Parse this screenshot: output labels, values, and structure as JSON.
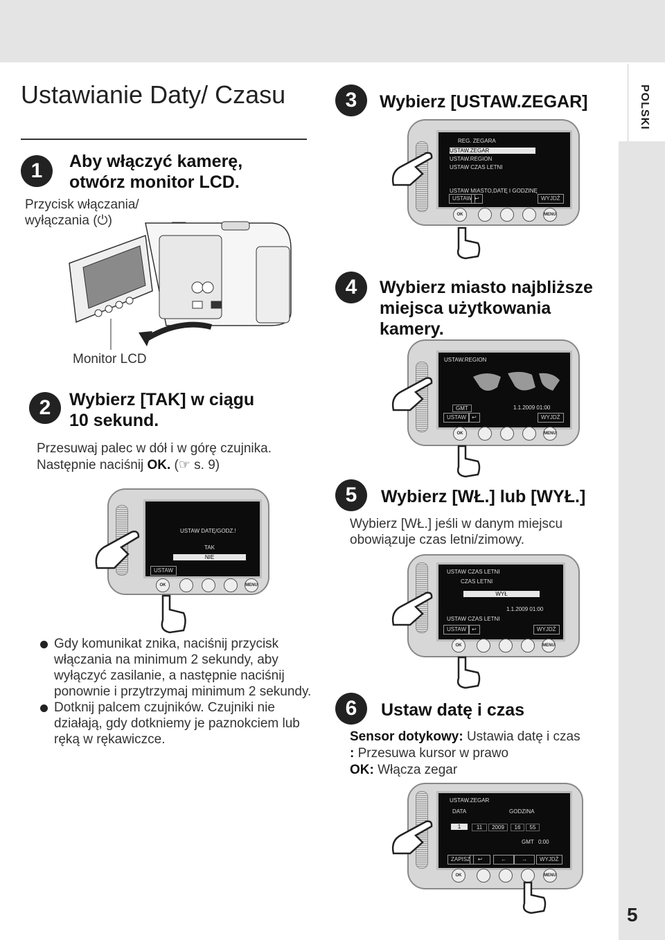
{
  "header": {
    "language_tab": "POLSKI",
    "page_number": "5"
  },
  "title": "Ustawianie Daty/ Czasu",
  "steps": {
    "s1": {
      "num": "1",
      "heading": "Aby włączyć kamerę, otwórz monitor LCD.",
      "label_power": "Przycisk włączania/ wyłączania (⏻)",
      "label_monitor": "Monitor LCD"
    },
    "s2": {
      "num": "2",
      "heading": "Wybierz [TAK] w ciągu 10 sekund.",
      "text1": "Przesuwaj palec w dół i w górę czujnika.",
      "text2_a": "Następnie naciśnij",
      "text2_ok": "OK.",
      "text2_ref": "(☞ s. 9)"
    },
    "s3": {
      "num": "3",
      "heading": "Wybierz [USTAW.ZEGAR]"
    },
    "s4": {
      "num": "4",
      "heading": "Wybierz miasto najbliższe miejsca użytkowania kamery."
    },
    "s5": {
      "num": "5",
      "heading": "Wybierz [WŁ.] lub [WYŁ.]",
      "text": "Wybierz [WŁ.] jeśli w danym miejscu obowiązuje czas letni/zimowy."
    },
    "s6": {
      "num": "6",
      "heading": "Ustaw datę i czas",
      "l1_b": "Sensor dotykowy:",
      "l1": "Ustawia datę i czas",
      "l2_b": ":",
      "l2": "Przesuwa kursor w prawo",
      "l3_b": "OK:",
      "l3": "Włącza zegar"
    }
  },
  "notes": [
    "Gdy komunikat znika, naciśnij przycisk włączania na minimum 2 sekundy, aby wyłączyć zasilanie, a następnie naciśnij ponownie i przytrzymaj minimum 2 sekundy.",
    "Dotknij palcem czujników. Czujniki nie działają, gdy dotkniemy je paznokciem lub ręką w rękawiczce."
  ],
  "screens": {
    "s2": {
      "title": "USTAW DATĘ/GODZ.!",
      "opt1": "TAK",
      "opt2": "NIE",
      "btn": "USTAW"
    },
    "s3": {
      "top": "REG. ZEGARA",
      "i1": "USTAW.ZEGAR",
      "i2": "USTAW.REGION",
      "i3": "USTAW CZAS LETNI",
      "info": "USTAW MIASTO,DATĘ I GODZINĘ",
      "btn1": "USTAW",
      "btn2": "↩",
      "btn3": "WYJDŹ"
    },
    "s4": {
      "top": "USTAW.REGION",
      "gmt": "GMT",
      "date": "1.1.2009 01:00",
      "btn1": "USTAW",
      "btn2": "↩",
      "btn3": "WYJDŹ"
    },
    "s5": {
      "top": "USTAW CZAS LETNI",
      "sub": "CZAS LETNI",
      "opt": "WYŁ",
      "date": "1.1.2009 01:00",
      "info": "USTAW CZAS LETNI",
      "btn1": "USTAW",
      "btn2": "↩",
      "btn3": "WYJDŹ"
    },
    "s6": {
      "top": "USTAW.ZEGAR",
      "data": "DATA",
      "godzina": "GODZINA",
      "d": "1",
      "m": "11",
      "y": "2009",
      "h": "16",
      "min": "55",
      "gmt": "GMT",
      "gmtv": "0:00",
      "btn1": "ZAPISZ",
      "btn2": "↩",
      "btn3": "←",
      "btn4": "→",
      "btn5": "WYJDŹ"
    }
  },
  "buttons": {
    "ok": "OK",
    "menu": "MENU"
  }
}
